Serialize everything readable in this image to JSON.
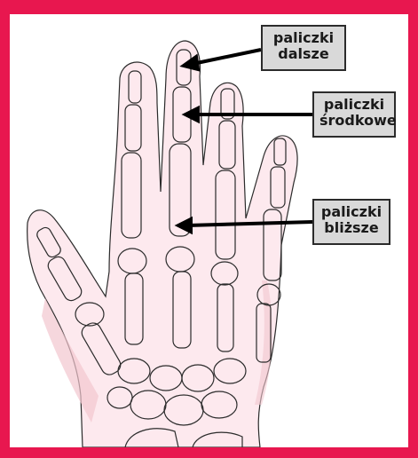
{
  "header": {
    "title": ""
  },
  "labels": {
    "distal": {
      "line1": "paliczki",
      "line2": "dalsze"
    },
    "middle": {
      "line1": "paliczki",
      "line2": "środkowe"
    },
    "proximal": {
      "line1": "paliczki",
      "line2": "bliższe"
    }
  },
  "colors": {
    "frame": "#e8174f",
    "label_bg": "#d9d9d9",
    "outline": "#2b2b2b",
    "skin": "#f2c6cf"
  }
}
